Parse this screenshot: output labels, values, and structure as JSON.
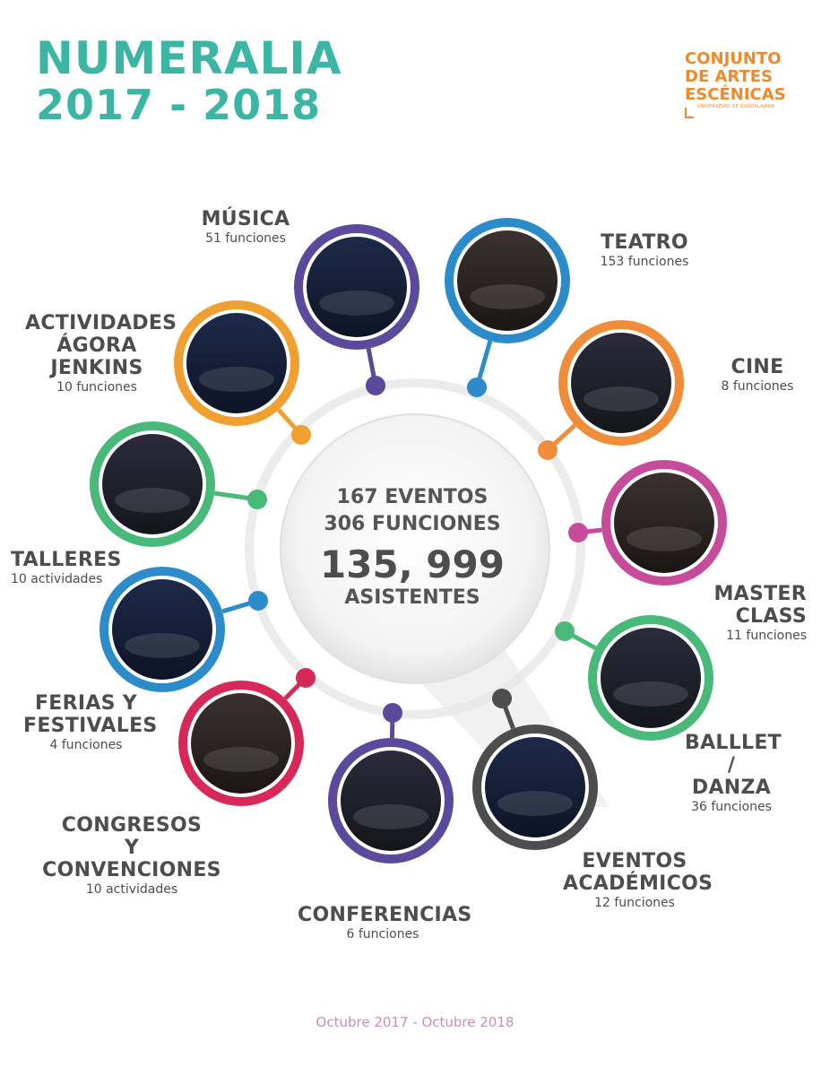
{
  "header": {
    "title_line1": "NUMERALIA",
    "title_line2": "2017 - 2018",
    "title_color": "#3bb6a4"
  },
  "logo": {
    "line1": "CONJUNTO",
    "line2": "DE ARTES",
    "line3": "ESCÉNICAS",
    "subtitle": "UNIVERSIDAD DE GUADALAJARA",
    "color": "#ee8a2e"
  },
  "center": {
    "events": "167 EVENTOS",
    "functions": "306 FUNCIONES",
    "attendees_number": "135, 999",
    "attendees_label": "ASISTENTES"
  },
  "categories": [
    {
      "name": "MÚSICA",
      "detail": "51  funciones",
      "color": "#5b4a9c"
    },
    {
      "name": "TEATRO",
      "detail": "153 funciones",
      "color": "#2b8cc9"
    },
    {
      "name": "CINE",
      "detail": "8 funciones",
      "color": "#ef8d3a"
    },
    {
      "name": "MASTER CLASS",
      "name_line1": "MASTER",
      "name_line2": "CLASS",
      "detail": "11 funciones",
      "color": "#c64b9a"
    },
    {
      "name": "BALLLET / DANZA",
      "name_line1": "BALLLET",
      "name_line2": "/ DANZA",
      "detail": "36 funciones",
      "color": "#49b97a"
    },
    {
      "name": "EVENTOS ACADÉMICOS",
      "name_line1": "EVENTOS",
      "name_line2": "ACADÉMICOS",
      "detail": "12 funciones",
      "color": "#4d4d4f"
    },
    {
      "name": "CONFERENCIAS",
      "detail": "6 funciones",
      "color": "#5b4a9c"
    },
    {
      "name": "CONGRESOS Y CONVENCIONES",
      "name_line1": "CONGRESOS",
      "name_line2": "Y CONVENCIONES",
      "detail": "10 actividades",
      "color": "#d7285a"
    },
    {
      "name": "FERIAS Y FESTIVALES",
      "name_line1": "FERIAS Y",
      "name_line2": "FESTIVALES",
      "detail": "4 funciones",
      "color": "#2b8cc9"
    },
    {
      "name": "TALLERES",
      "detail": "10 actividades",
      "color": "#49b97a"
    },
    {
      "name": "ACTIVIDADES ÁGORA JENKINS",
      "name_line1": "ACTIVIDADES",
      "name_line2": "ÁGORA",
      "name_line3": "JENKINS",
      "detail": "10 funciones",
      "color": "#f0a030"
    }
  ],
  "footer": {
    "period": "Octubre 2017 - Octubre 2018",
    "color": "#c48fc0"
  }
}
